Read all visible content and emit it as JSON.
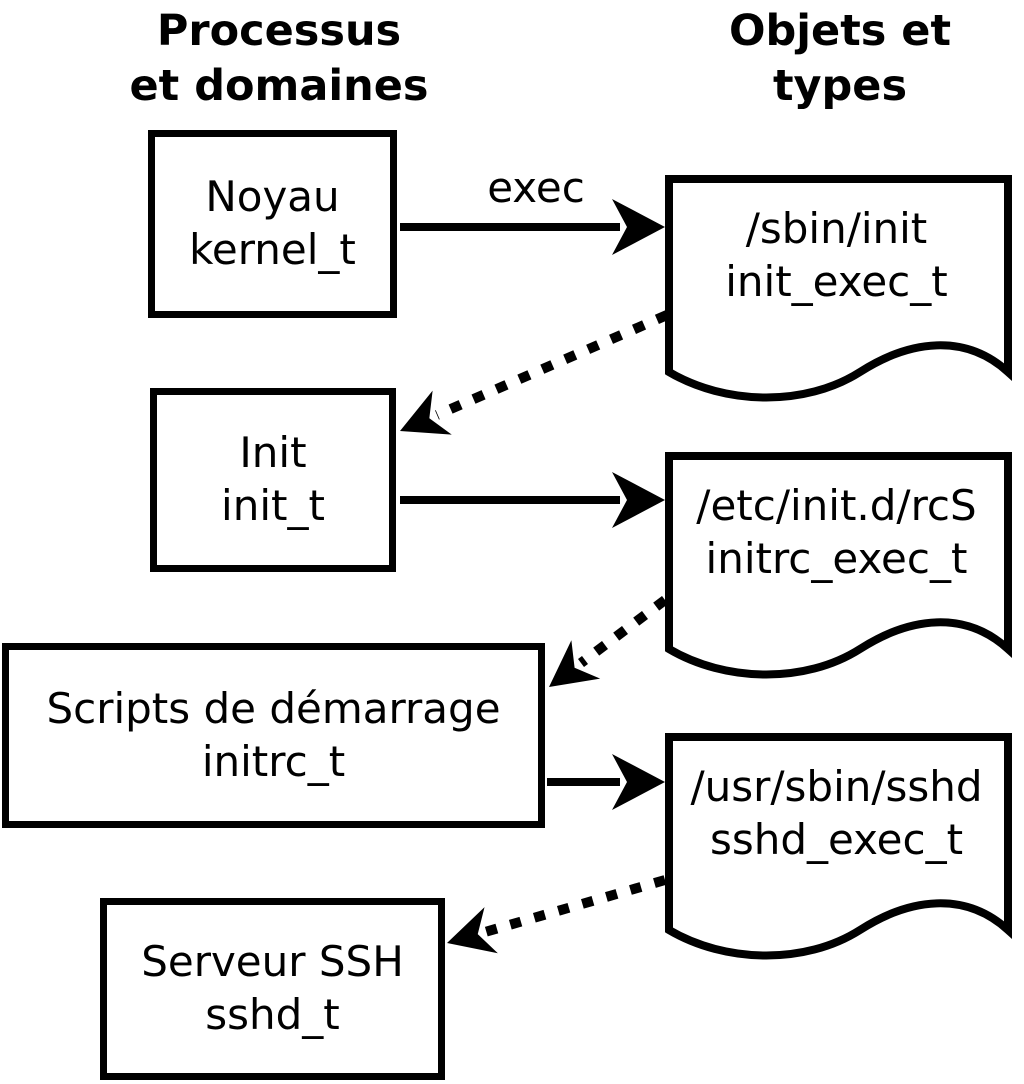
{
  "diagram": {
    "title_left": "Processus\net domaines",
    "title_right": "Objets et\ntypes",
    "exec_label": "exec",
    "colors": {
      "line": "#000000",
      "background": "#ffffff"
    },
    "process_boxes": [
      {
        "name": "Noyau",
        "domain": "kernel_t"
      },
      {
        "name": "Init",
        "domain": "init_t"
      },
      {
        "name": "Scripts de démarrage",
        "domain": "initrc_t"
      },
      {
        "name": "Serveur SSH",
        "domain": "sshd_t"
      }
    ],
    "object_documents": [
      {
        "path": "/sbin/init",
        "type": "init_exec_t"
      },
      {
        "path": "/etc/init.d/rcS",
        "type": "initrc_exec_t"
      },
      {
        "path": "/usr/sbin/sshd",
        "type": "sshd_exec_t"
      }
    ]
  }
}
